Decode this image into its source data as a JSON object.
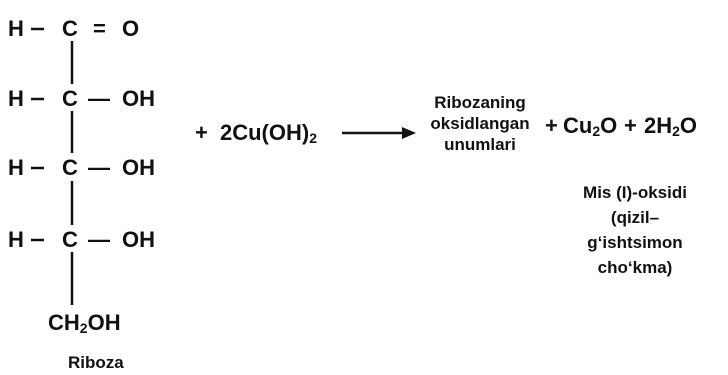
{
  "ribose": {
    "rows": [
      {
        "h": "H",
        "c": "C",
        "bond": "=",
        "group": "O"
      },
      {
        "h": "H",
        "c": "C",
        "bond": "—",
        "group": "OH"
      },
      {
        "h": "H",
        "c": "C",
        "bond": "—",
        "group": "OH"
      },
      {
        "h": "H",
        "c": "C",
        "bond": "—",
        "group": "OH"
      }
    ],
    "bottom_group": {
      "base": "CH",
      "sub": "2",
      "rest": "OH"
    },
    "name": "Riboza"
  },
  "reaction": {
    "plus1": "+",
    "reagent": {
      "base": "2Cu(OH)",
      "sub": "2"
    },
    "products_label_lines": [
      "Ribozaning",
      "oksidlangan",
      "unumlari"
    ],
    "plus2": "+",
    "product2": {
      "base": "Cu",
      "sub": "2",
      "rest": "O"
    },
    "plus3": "+",
    "product3": {
      "base": "2H",
      "sub": "2",
      "rest": "O"
    },
    "precipitate_lines": [
      "Mis (I)-oksidi",
      "(qizil–",
      "g‘ishtsimon",
      "cho‘kma)"
    ]
  },
  "colors": {
    "ink": "#111111",
    "background": "#ffffff"
  }
}
